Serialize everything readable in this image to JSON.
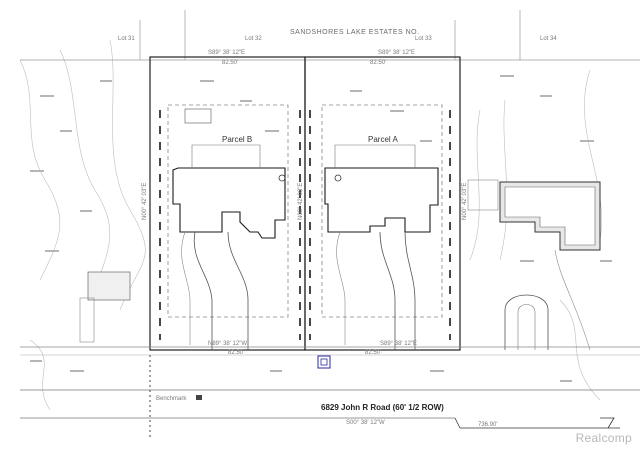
{
  "subdivision_title": "SANDSHORES LAKE ESTATES NO.",
  "lots": [
    "Lot 31",
    "Lot 32",
    "Lot 33",
    "Lot 34"
  ],
  "parcels": [
    "Parcel B",
    "Parcel A"
  ],
  "top_bearing_left": "S89° 38' 12\"E",
  "top_bearing_right": "S89° 38' 12\"E",
  "top_dist_left": "82.50'",
  "top_dist_right": "82.50'",
  "side_bearing_left": "N00° 42' 03\"E",
  "side_bearing_mid": "N00° 42' 03\"E",
  "side_bearing_right": "N00° 42' 03\"E",
  "bottom_bearing_left": "N89° 38' 12\"W",
  "bottom_bearing_right": "S89° 38' 12\"E",
  "bottom_dist_left": "82.50'",
  "bottom_dist_right": "82.50'",
  "road_label": "6829 John R Road (60' 1/2 ROW)",
  "road_bearing": "S00° 38' 12\"W",
  "benchmark_label": "Benchmark",
  "dist_label": "736.90'",
  "watermark": "Realcomp"
}
